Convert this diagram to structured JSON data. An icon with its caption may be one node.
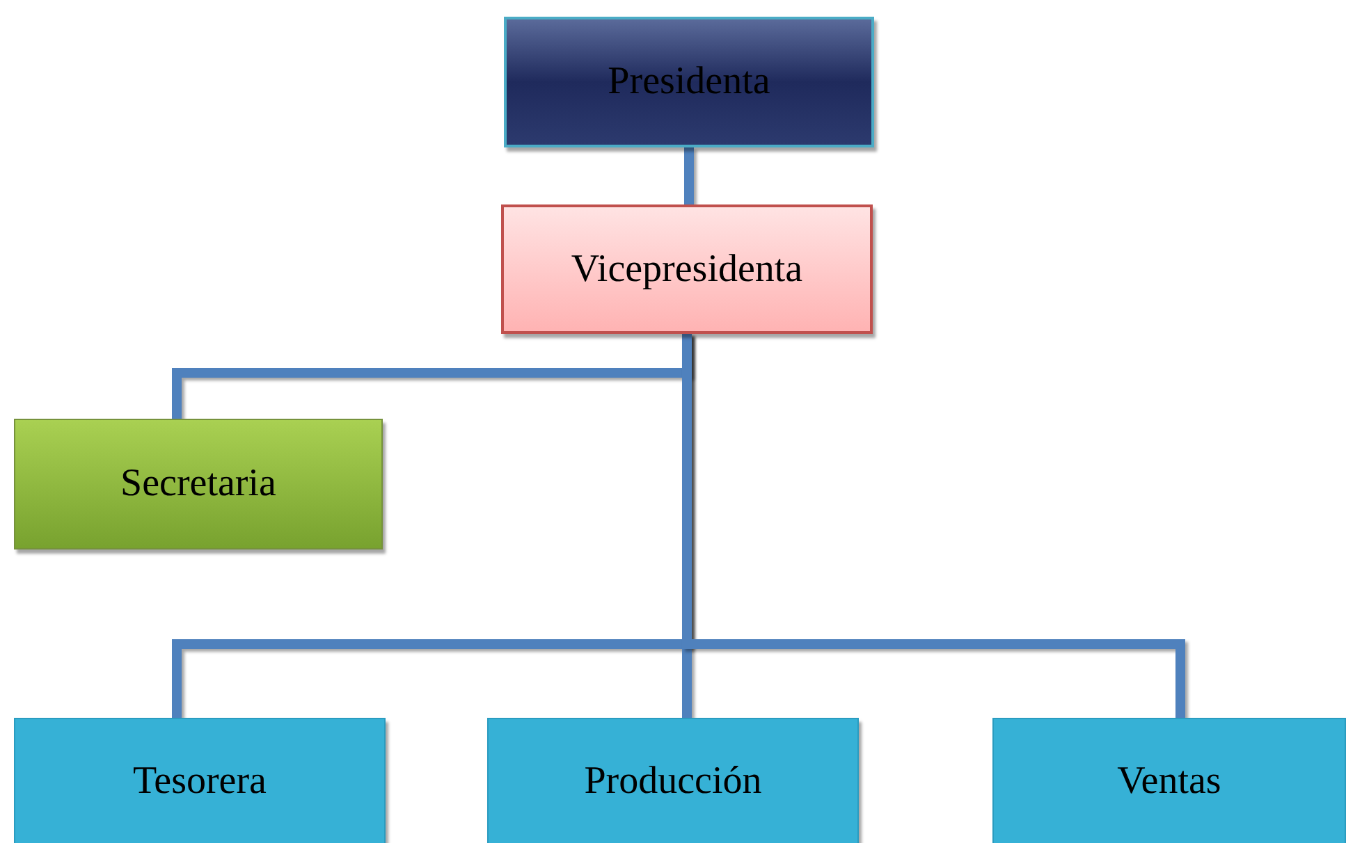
{
  "diagram": {
    "nodes": [
      {
        "text": [
          "Presidenta"
        ]
      },
      {
        "text": [
          "Vicepresidenta"
        ]
      },
      {
        "text": [
          "Secretaria"
        ]
      },
      {
        "text": [
          "Tesorera"
        ]
      },
      {
        "text": [
          "Producción"
        ]
      },
      {
        "text": [
          "Ventas"
        ]
      }
    ],
    "edges": [
      {
        "from": 0,
        "to": 1,
        "arrow": "none"
      },
      {
        "from": 1,
        "to": 2,
        "arrow": "none"
      },
      {
        "from": 1,
        "to": 3,
        "arrow": "none"
      },
      {
        "from": 1,
        "to": 4,
        "arrow": "none"
      },
      {
        "from": 1,
        "to": 5,
        "arrow": "none"
      }
    ]
  }
}
